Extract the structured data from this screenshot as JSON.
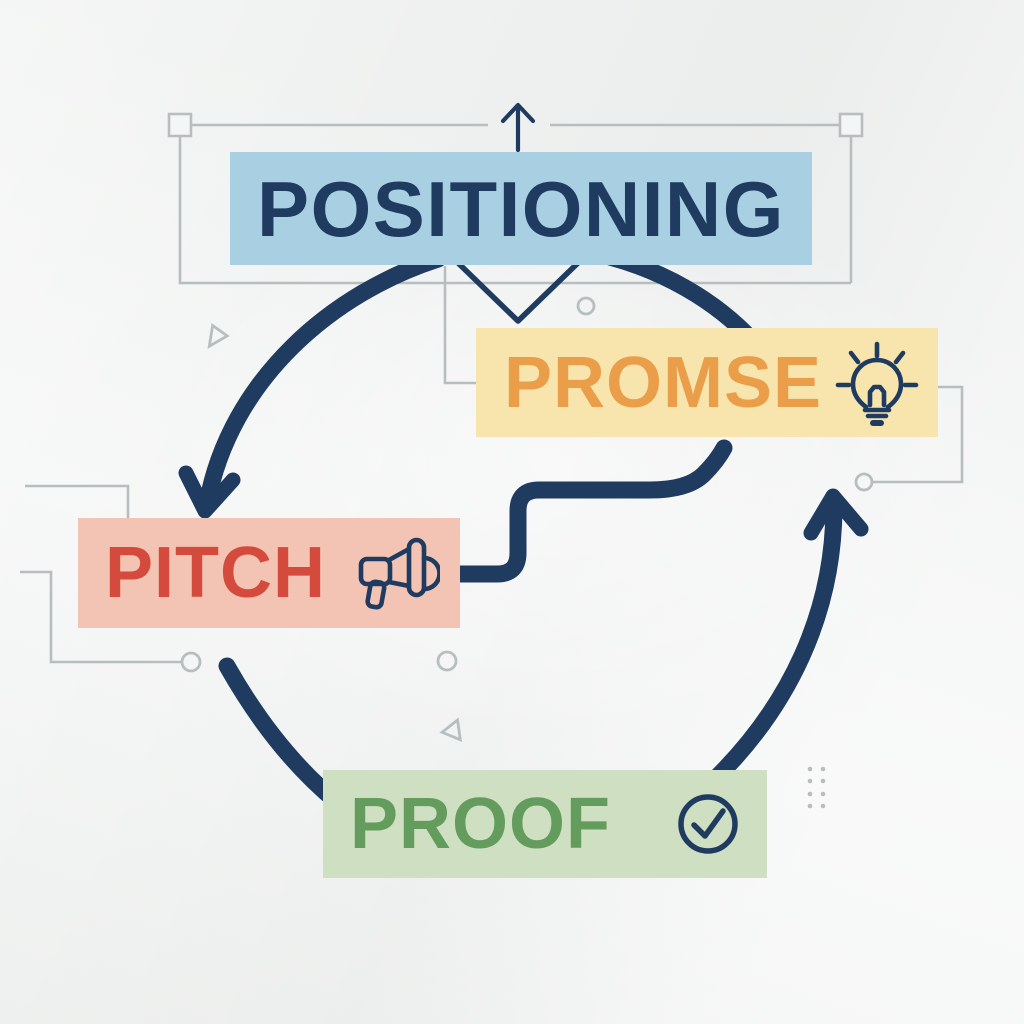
{
  "diagram": {
    "type": "cycle",
    "description": "four-step marketing cycle infographic",
    "steps": [
      {
        "label": "POSITIONING",
        "bg": "#a9cfe2",
        "color": "#1f3b60",
        "icon": null
      },
      {
        "label": "PROMSE",
        "bg": "#f8e5ad",
        "color": "#eb9e4a",
        "icon": "lightbulb-icon"
      },
      {
        "label": "PITCH",
        "bg": "#f3c4b3",
        "color": "#d44a3c",
        "icon": "megaphone-icon"
      },
      {
        "label": "PROOF",
        "bg": "#cfdfc1",
        "color": "#639c5c",
        "icon": "check-circle-icon"
      }
    ],
    "colors": {
      "navy": "#1f3b60",
      "gray": "#b8bebf",
      "background": "#f2f4f3"
    }
  }
}
